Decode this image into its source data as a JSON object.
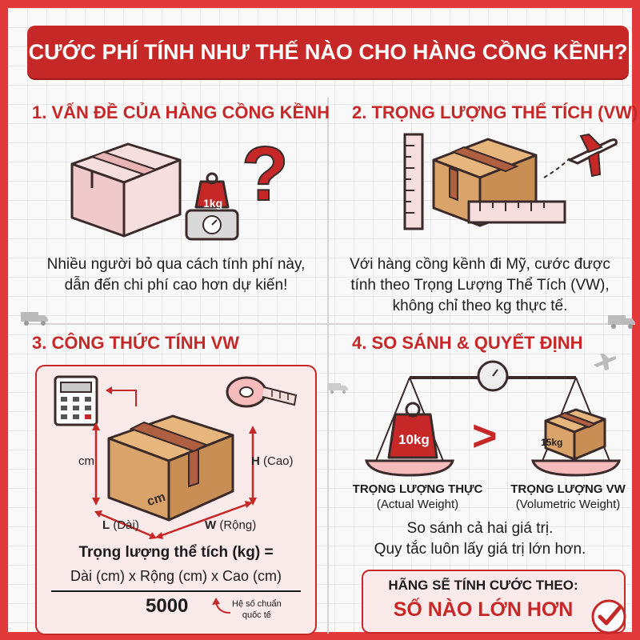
{
  "banner": {
    "title": "CƯỚC PHÍ TÍNH NHƯ THẾ NÀO CHO HÀNG CỒNG KỀNH?"
  },
  "section1": {
    "title": "1. VẤN ĐỀ CỦA HÀNG CỒNG KỀNH",
    "weight_label": "1kg",
    "question_mark": "?",
    "text_line1": "Nhiều người bỏ qua cách tính phí này,",
    "text_line2": "dẫn đến chi phí cao hơn dự kiến!"
  },
  "section2": {
    "title": "2. TRỌNG LƯỢNG THỂ TÍCH (VW)",
    "text_line1": "Với hàng cồng kềnh đi Mỹ, cước được",
    "text_line2": "tính theo Trọng Lượng Thể Tích (VW),",
    "text_line3": "không chỉ theo kg thực tế."
  },
  "section3": {
    "title": "3. CÔNG THỨC TÍNH VW",
    "box_unit": "cm",
    "label_left": "cm",
    "label_h_bold": "H",
    "label_h": "(Cao)",
    "label_l_bold": "L",
    "label_l": "(Dài)",
    "label_w_bold": "W",
    "label_w": "(Rộng)",
    "formula_title": "Trọng lượng thể tích (kg) =",
    "formula_numerator": "Dài (cm) x Rộng (cm) x Cao (cm)",
    "formula_denominator": "5000",
    "coefficient_note1": "Hệ số chuẩn",
    "coefficient_note2": "quốc tế"
  },
  "section4": {
    "title": "4. SO SÁNH & QUYẾT ĐỊNH",
    "left_weight": "10kg",
    "right_weight": "15kg",
    "comparator": ">",
    "left_caption_bold": "TRỌNG LƯỢNG THỰC",
    "left_caption": "(Actual Weight)",
    "right_caption_bold": "TRỌNG LƯỢNG VW",
    "right_caption": "(Volumetric Weight)",
    "text_line1": "So sánh cả hai giá trị.",
    "text_line2": "Quy tắc luôn lấy giá trị lớn hơn.",
    "decision_line1": "HÃNG SẼ TÍNH CƯỚC THEO:",
    "decision_line2": "SỐ NÀO LỚN HƠN"
  },
  "colors": {
    "accent": "#c62828",
    "border": "#e23a3a",
    "box": "#d9a36a",
    "box_dark": "#b97d45",
    "pink": "#f6dede"
  },
  "icons": [
    "box-icon",
    "scale-icon",
    "question-icon",
    "ruler-icon",
    "airplane-icon",
    "calculator-icon",
    "tape-measure-icon",
    "balance-scale-icon",
    "weight-icon",
    "checkmark-icon",
    "truck-icon"
  ]
}
